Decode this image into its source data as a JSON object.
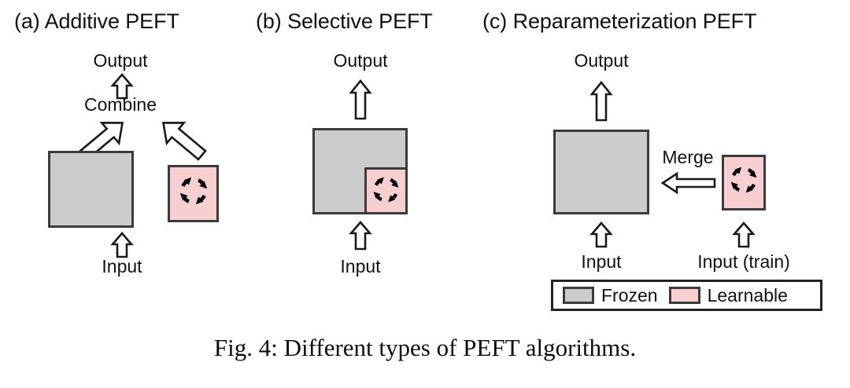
{
  "figure": {
    "caption": "Fig. 4: Different types of PEFT algorithms.",
    "colors": {
      "frozen_fill": "#cccccc",
      "learnable_fill": "#f7cfd0",
      "box_stroke": "#3b3b3b",
      "background": "#ffffff",
      "text": "#111111"
    }
  },
  "panels": [
    {
      "id": "a",
      "title": "(a) Additive PEFT",
      "labels": {
        "output": "Output",
        "combine": "Combine",
        "input": "Input"
      },
      "blocks": [
        {
          "kind": "frozen",
          "name": "frozen-module"
        },
        {
          "kind": "learnable",
          "name": "learnable-adapter",
          "icon": "cyclic-arrows-icon"
        }
      ],
      "arrows": [
        {
          "name": "input-up-arrow",
          "direction": "up"
        },
        {
          "name": "frozen-to-combine-arrow",
          "direction": "up-right"
        },
        {
          "name": "learnable-to-combine-arrow",
          "direction": "up-left"
        },
        {
          "name": "combine-to-output-arrow",
          "direction": "up"
        }
      ]
    },
    {
      "id": "b",
      "title": "(b) Selective PEFT",
      "labels": {
        "output": "Output",
        "input": "Input"
      },
      "blocks": [
        {
          "kind": "frozen",
          "name": "frozen-module"
        },
        {
          "kind": "learnable",
          "name": "learnable-subset",
          "icon": "cyclic-arrows-icon"
        }
      ],
      "arrows": [
        {
          "name": "input-up-arrow",
          "direction": "up"
        },
        {
          "name": "output-up-arrow",
          "direction": "up"
        }
      ]
    },
    {
      "id": "c",
      "title": "(c) Reparameterization PEFT",
      "labels": {
        "output": "Output",
        "merge": "Merge",
        "input": "Input",
        "input_train": "Input (train)"
      },
      "blocks": [
        {
          "kind": "frozen",
          "name": "frozen-module"
        },
        {
          "kind": "learnable",
          "name": "learnable-reparam-module",
          "icon": "cyclic-arrows-icon"
        }
      ],
      "arrows": [
        {
          "name": "input-up-arrow",
          "direction": "up"
        },
        {
          "name": "output-up-arrow",
          "direction": "up"
        },
        {
          "name": "input-train-up-arrow",
          "direction": "up"
        },
        {
          "name": "merge-left-arrow",
          "direction": "left"
        }
      ]
    }
  ],
  "legend": {
    "items": [
      {
        "label": "Frozen",
        "swatch": "#cccccc",
        "name": "legend-frozen"
      },
      {
        "label": "Learnable",
        "swatch": "#f7cfd0",
        "name": "legend-learnable"
      }
    ]
  }
}
